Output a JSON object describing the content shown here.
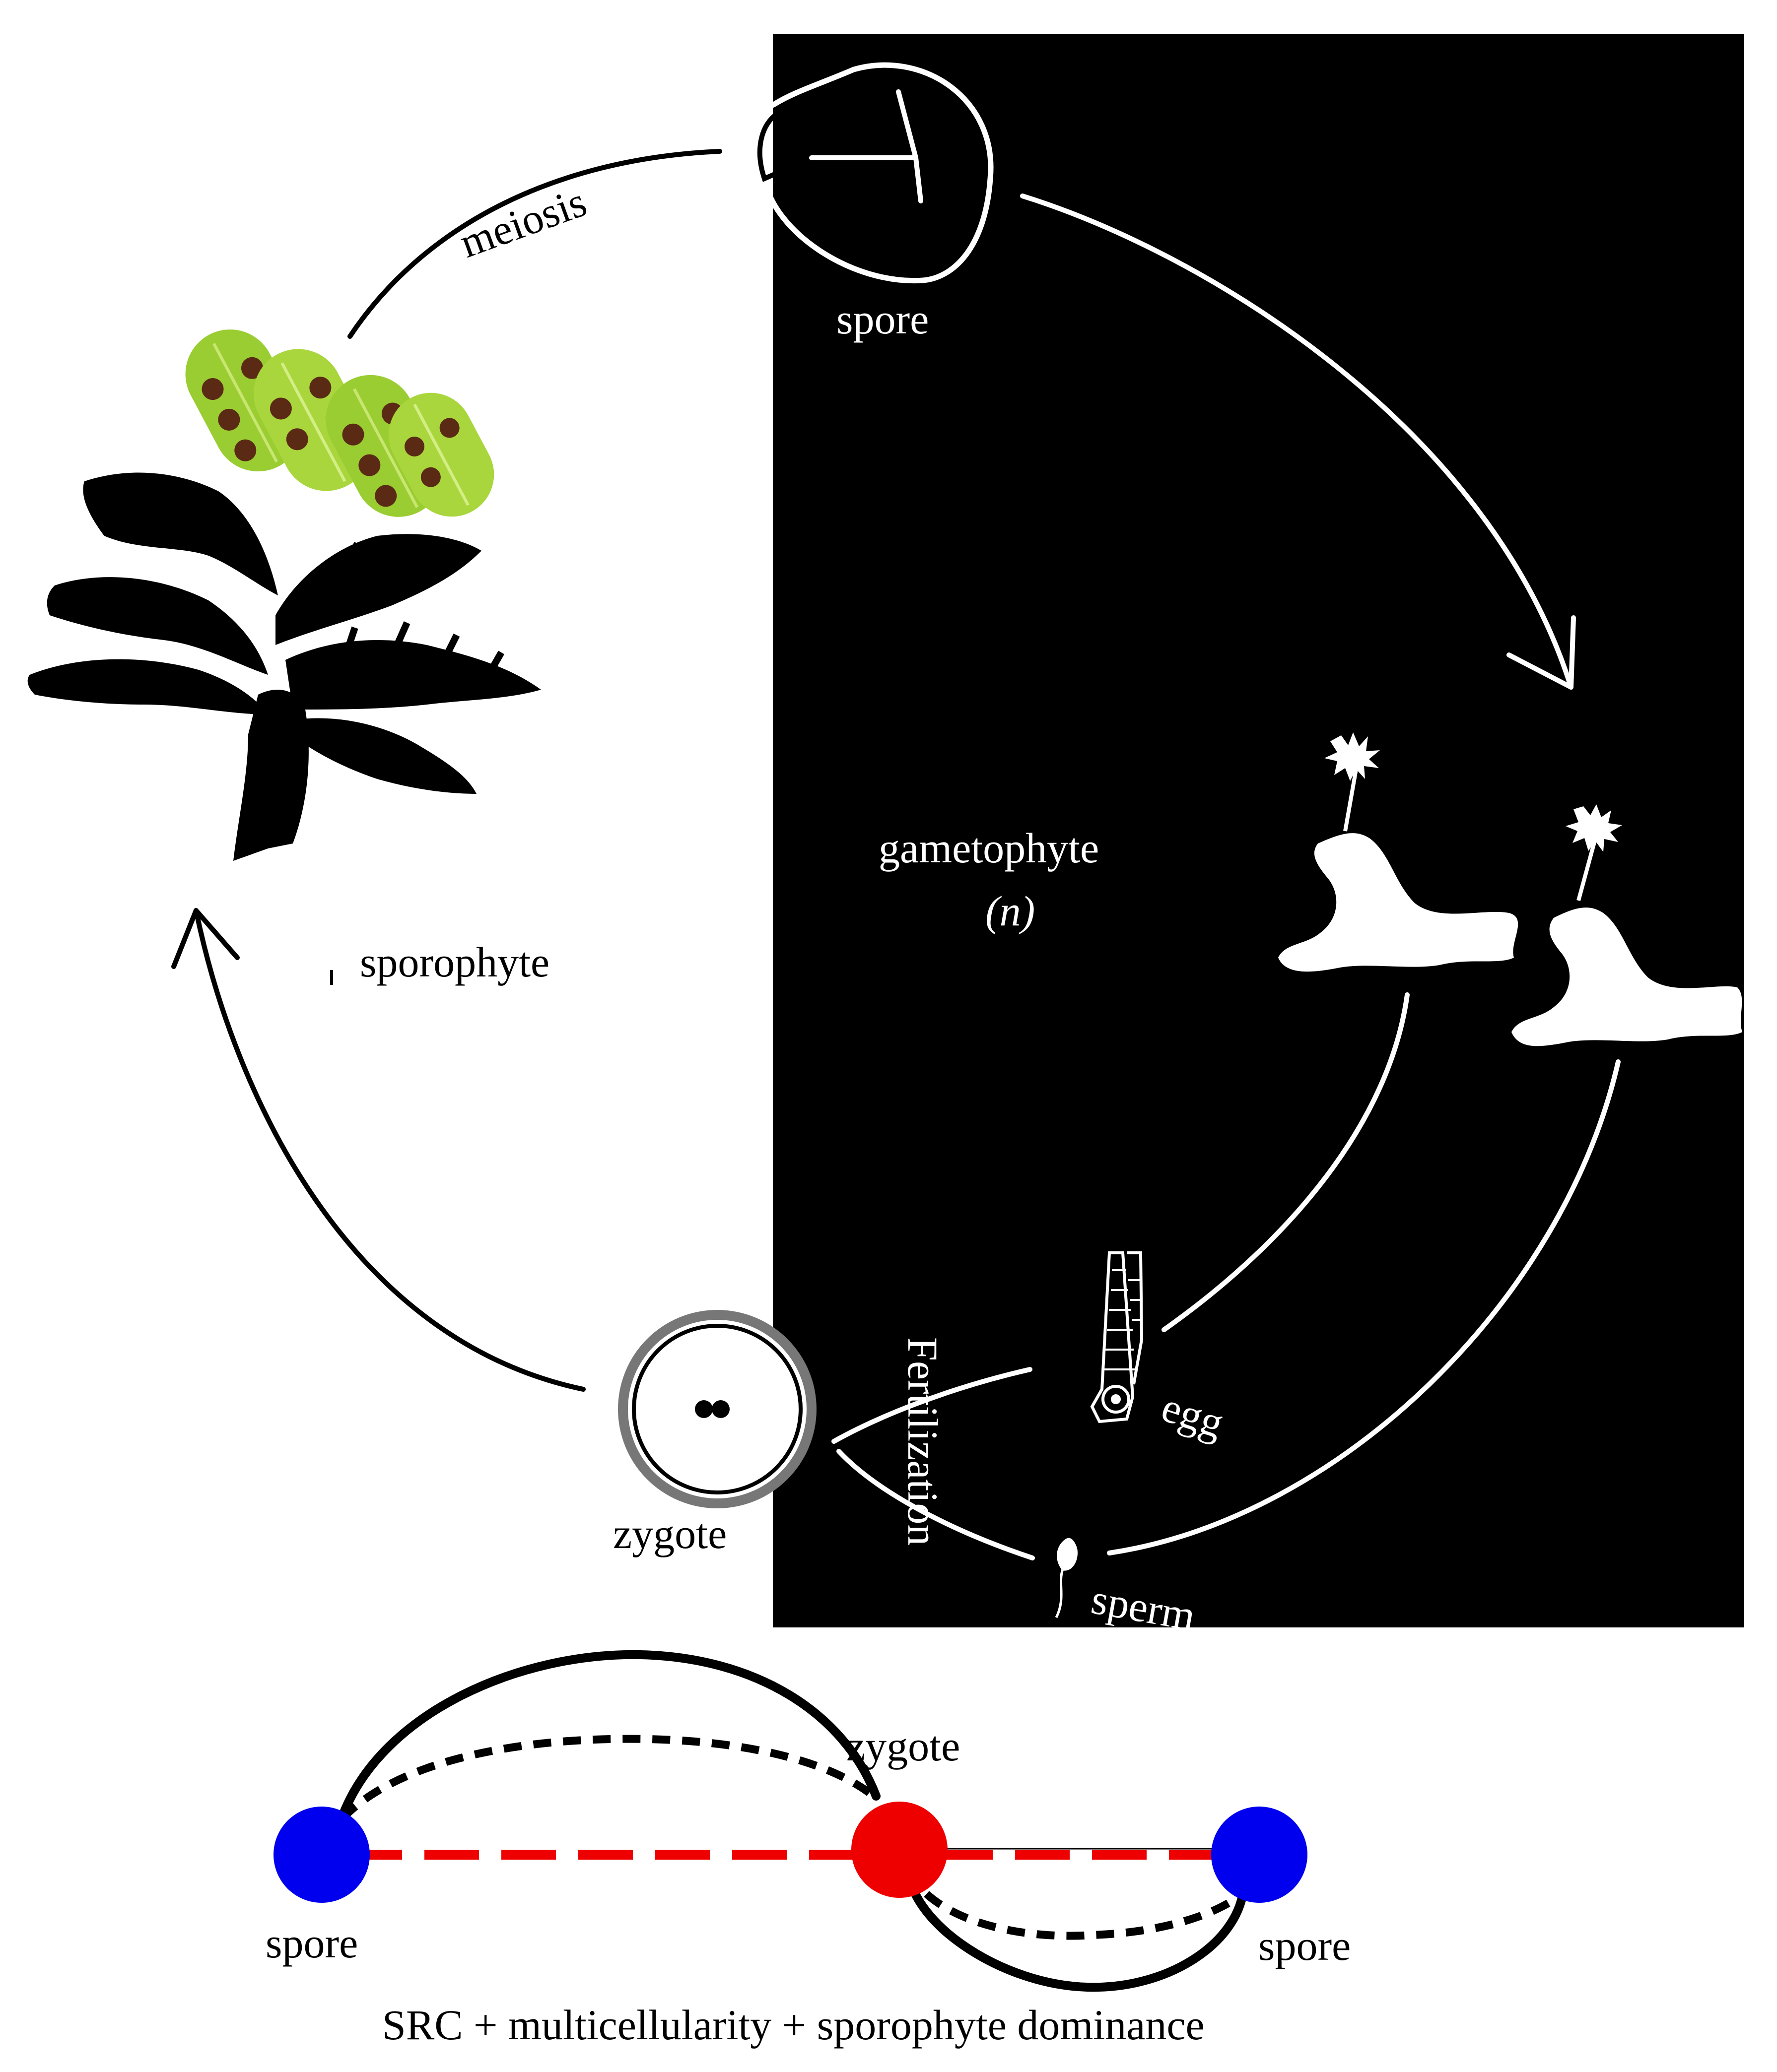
{
  "life_cycle": {
    "labels": {
      "spore": "spore",
      "meiosis": "meiosis",
      "gametophyte": "gametophyte",
      "ploidy_n": "(n)",
      "sporophyte": "sporophyte",
      "egg": "egg",
      "fertilization": "Fertilization",
      "zygote": "zygote",
      "sperm": "sperm"
    },
    "colors": {
      "haploid_panel": "#000000",
      "leaf_green": "#9acd32",
      "sorus_brown": "#5a2a14"
    }
  },
  "network": {
    "labels": {
      "zygote": "zygote",
      "spore_left": "spore",
      "spore_right": "spore"
    },
    "caption": "SRC + multicellularity + sporophyte dominance",
    "colors": {
      "spore_node": "#0000ee",
      "zygote_node": "#ee0000",
      "diploid_link": "#ee0000",
      "arc": "#000000"
    }
  }
}
